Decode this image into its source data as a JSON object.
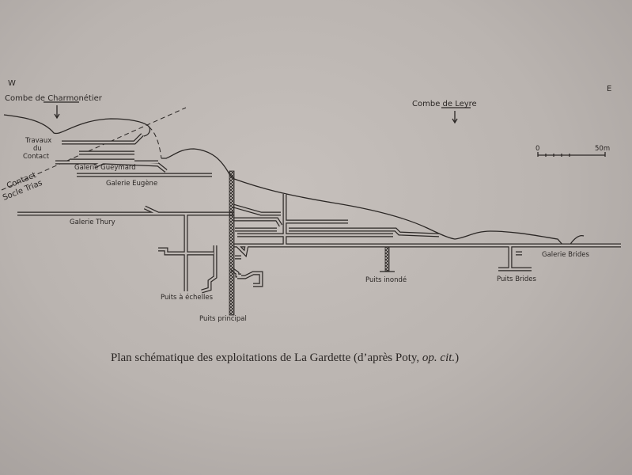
{
  "orientation": {
    "west": "W",
    "east": "E"
  },
  "places": {
    "combe_charmonetier": "Combe de Charmonétier",
    "combe_leyre": "Combe de Leyre"
  },
  "labels": {
    "travaux_line1": "Travaux",
    "travaux_line2": "du",
    "travaux_line3": "Contact",
    "contact": "Contact",
    "socle_trias": "Socle Trias",
    "galerie_gueymard": "Galerie Gueymard",
    "galerie_eugene": "Galerie Eugène",
    "galerie_thury": "Galerie Thury",
    "galerie_brides": "Galerie Brides",
    "puits_echelles": "Puits à échelles",
    "puits_principal": "Puits principal",
    "puits_inonde": "Puits inondé",
    "puits_brides": "Puits Brides"
  },
  "scale": {
    "start": "0",
    "end": "50m"
  },
  "caption": {
    "text": "Plan schématique des exploitations de La Gardette (d’après Poty, ",
    "italic": "op. cit.",
    "close": ")"
  }
}
